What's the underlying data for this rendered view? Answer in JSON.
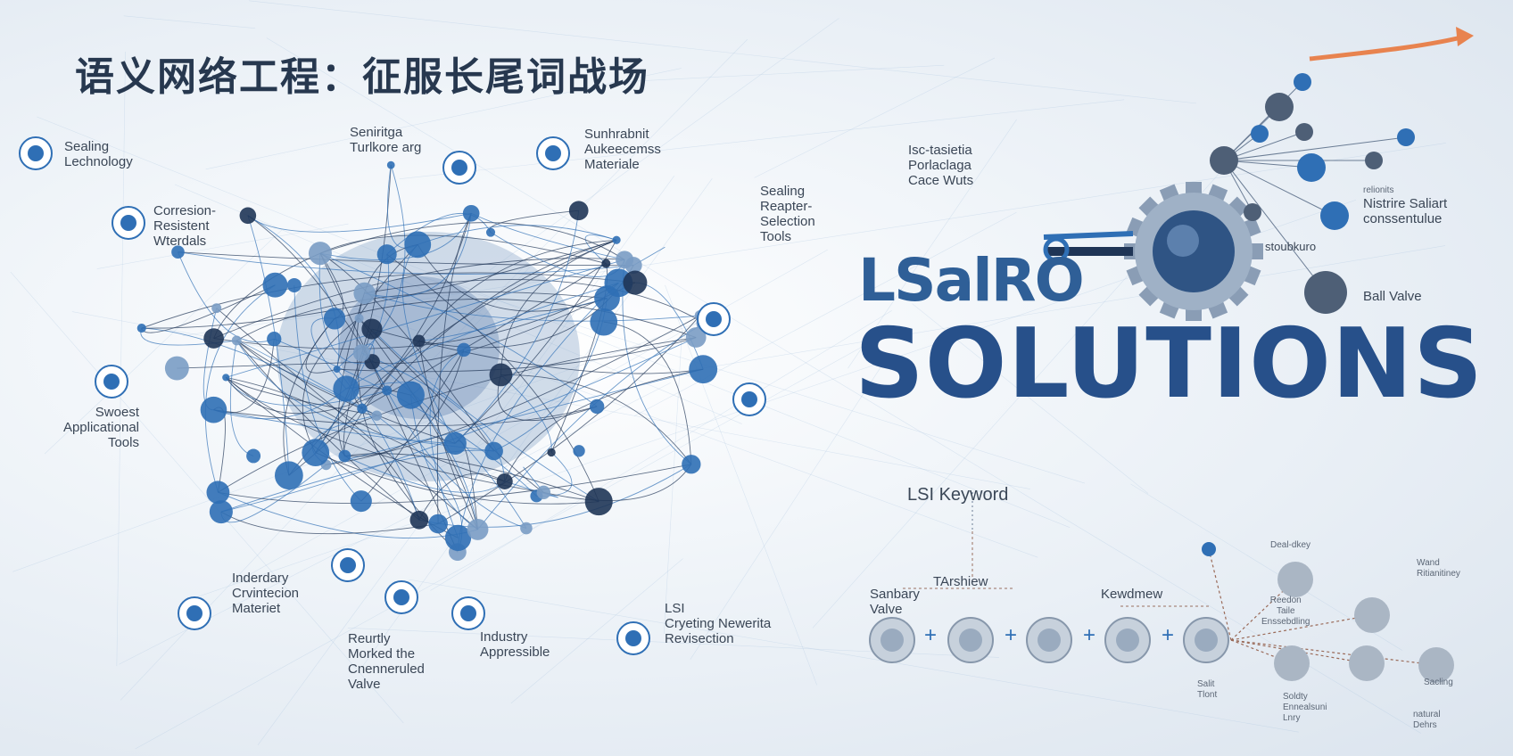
{
  "title": "语义网络工程：征服长尾词战场",
  "hero": {
    "logo": "LSalRO",
    "headline": "SOLUTIONS"
  },
  "lsi_keyword": "LSI Keyword",
  "network_labels": [
    {
      "id": "sealing-technology",
      "text": "Sealing\nLechnology"
    },
    {
      "id": "seniritga",
      "text": "Seniritga\nTurlkore arg"
    },
    {
      "id": "sunhrabnit",
      "text": "Sunhrabnit\nAukeecemss\nMateriale"
    },
    {
      "id": "corrosion-resistent",
      "text": "Corresion-\nResistent\nWterdals"
    },
    {
      "id": "sealing-reapter",
      "text": "Sealing\nReapter-\nSelection\nTools"
    },
    {
      "id": "swoest",
      "text": "Swoest\nApplicational\nTools"
    },
    {
      "id": "industry-materials",
      "text": "Inderdary\nCrvintecion\nMateriet"
    },
    {
      "id": "reurtly",
      "text": "Reurtly\nMorked the\nCnenneruled\nValve"
    },
    {
      "id": "industry-appr",
      "text": "Industry\nAppressible"
    },
    {
      "id": "lsi-crveting",
      "text": "LSI\nCryeting Newerita\nRevisection"
    }
  ],
  "right_labels": [
    {
      "id": "isc-tasietia",
      "text": "Isc-tasietia\nPorlaclaga\nCace Wuts"
    },
    {
      "id": "nistrire",
      "text": "Nistrire Saliart\nconssentulue"
    },
    {
      "id": "stoubkuro",
      "text": "stoubkuro"
    },
    {
      "id": "ball-valve",
      "text": "Ball Valve"
    },
    {
      "id": "rlionits",
      "text": "relionits"
    }
  ],
  "bottom_labels": [
    {
      "id": "sanbary",
      "text": "Sanbary\nValve"
    },
    {
      "id": "tarshiew",
      "text": "TArshiew"
    },
    {
      "id": "kewdmew",
      "text": "Kewdmew"
    },
    {
      "id": "deal-key",
      "text": "Deal-dkey"
    },
    {
      "id": "reedon",
      "text": "Reedon\nTaile\nEnssebdling"
    },
    {
      "id": "wand",
      "text": "Wand\nRitianitiney"
    },
    {
      "id": "salt-tont",
      "text": "Salit\nTlont"
    },
    {
      "id": "soldty",
      "text": "Soldty\nEnnealsuni\nLnry"
    },
    {
      "id": "sacling",
      "text": "Sacling"
    },
    {
      "id": "natural-dehrs",
      "text": "natural\nDehrs"
    }
  ],
  "chain_ops": [
    "+",
    "+",
    "+",
    "+"
  ],
  "colors": {
    "accent": "#2f6fb5",
    "dark": "#1f3556",
    "orange": "#e8834f"
  }
}
